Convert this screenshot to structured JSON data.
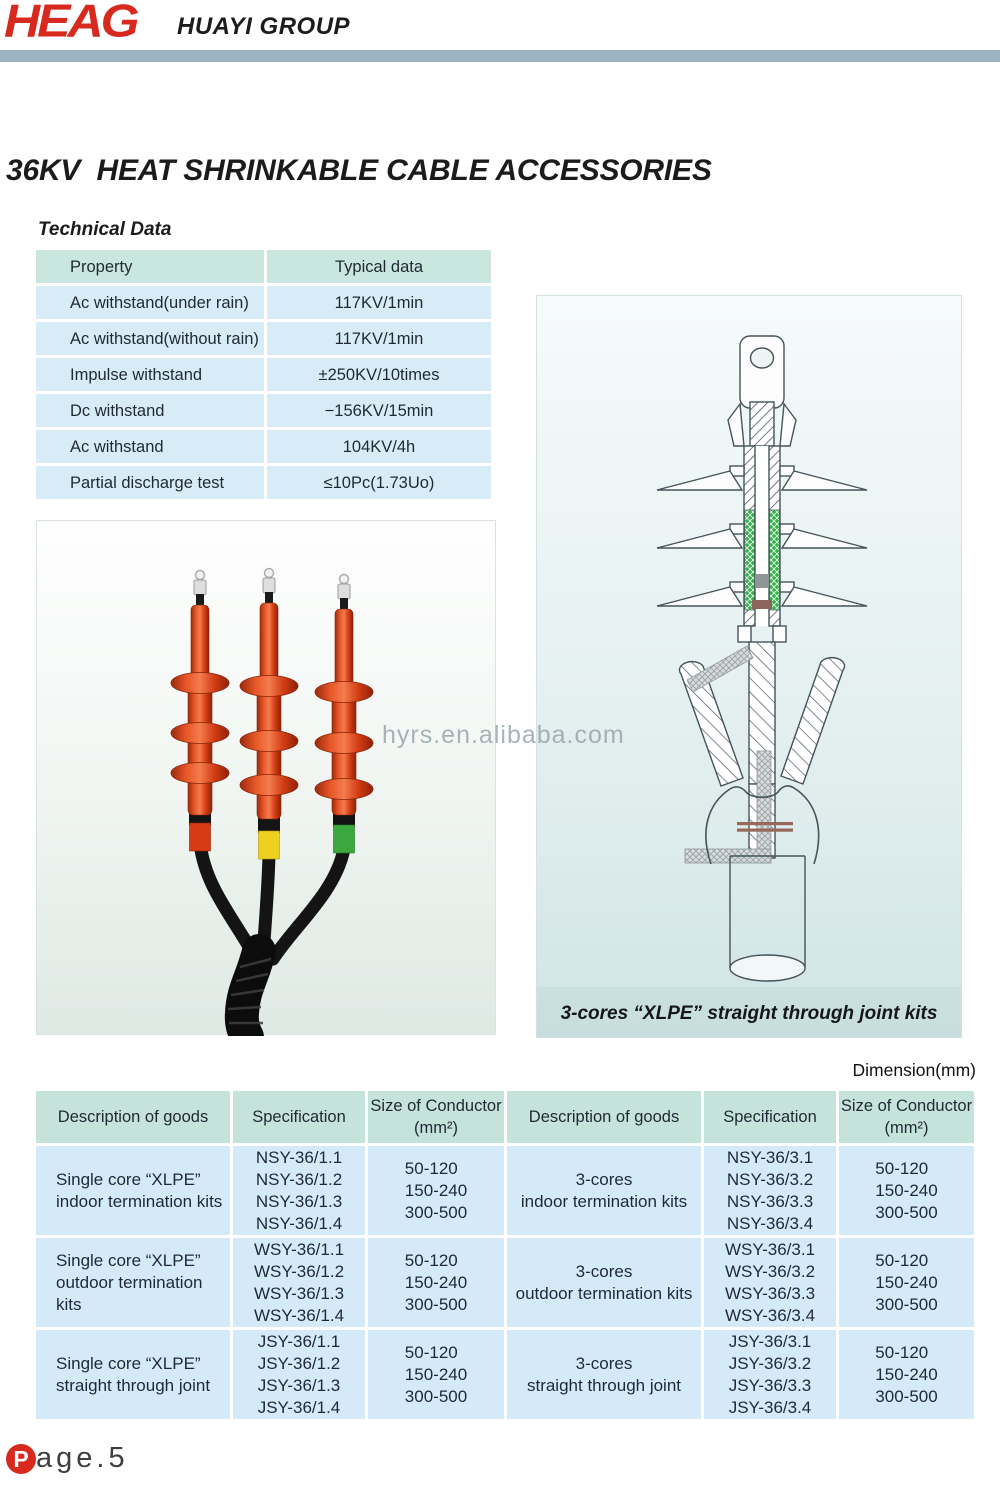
{
  "header": {
    "logo": "HEAG",
    "company": "HUAYI GROUP"
  },
  "page_title": "36KV  HEAT SHRINKABLE CABLE ACCESSORIES",
  "technical_data": {
    "heading": "Technical Data",
    "headers": [
      [
        "Property"
      ],
      [
        "Typical data"
      ]
    ],
    "rows": [
      [
        [
          "Ac withstand(under rain)"
        ],
        [
          "117KV/1min"
        ]
      ],
      [
        [
          "Ac withstand(without rain)"
        ],
        [
          "117KV/1min"
        ]
      ],
      [
        [
          "Impulse withstand"
        ],
        [
          "±250KV/10times"
        ]
      ],
      [
        [
          "Dc withstand"
        ],
        [
          "−156KV/15min"
        ]
      ],
      [
        [
          "Ac withstand"
        ],
        [
          "104KV/4h"
        ]
      ],
      [
        [
          "Partial discharge test"
        ],
        [
          "≤10Pc(1.73Uo)"
        ]
      ]
    ]
  },
  "watermark": "hyrs.en.alibaba.com",
  "diagram": {
    "caption": "3-cores “XLPE” straight through joint kits"
  },
  "dimension_label": "Dimension(mm)",
  "products_table": {
    "headers": [
      [
        "Description of goods"
      ],
      [
        "Specification"
      ],
      [
        "Size of Conductor",
        "(mm²)"
      ],
      [
        "Description of goods"
      ],
      [
        "Specification"
      ],
      [
        "Size of Conductor",
        "(mm²)"
      ]
    ],
    "rows": [
      [
        [
          "Single core “XLPE”",
          "indoor termination kits"
        ],
        [
          "NSY-36/1.1",
          "NSY-36/1.2",
          "NSY-36/1.3",
          "NSY-36/1.4"
        ],
        [
          "50-120",
          "150-240",
          "300-500"
        ],
        [
          "3-cores",
          "indoor termination kits"
        ],
        [
          "NSY-36/3.1",
          "NSY-36/3.2",
          "NSY-36/3.3",
          "NSY-36/3.4"
        ],
        [
          "50-120",
          "150-240",
          "300-500"
        ]
      ],
      [
        [
          "Single core “XLPE”",
          "outdoor termination kits"
        ],
        [
          "WSY-36/1.1",
          "WSY-36/1.2",
          "WSY-36/1.3",
          "WSY-36/1.4"
        ],
        [
          "50-120",
          "150-240",
          "300-500"
        ],
        [
          "3-cores",
          "outdoor termination kits"
        ],
        [
          "WSY-36/3.1",
          "WSY-36/3.2",
          "WSY-36/3.3",
          "WSY-36/3.4"
        ],
        [
          "50-120",
          "150-240",
          "300-500"
        ]
      ],
      [
        [
          "Single core “XLPE”",
          "straight through joint"
        ],
        [
          "JSY-36/1.1",
          "JSY-36/1.2",
          "JSY-36/1.3",
          "JSY-36/1.4"
        ],
        [
          "50-120",
          "150-240",
          "300-500"
        ],
        [
          "3-cores",
          "straight through joint"
        ],
        [
          "JSY-36/3.1",
          "JSY-36/3.2",
          "JSY-36/3.3",
          "JSY-36/3.4"
        ],
        [
          "50-120",
          "150-240",
          "300-500"
        ]
      ]
    ]
  },
  "footer": {
    "page_circle_letter": "P",
    "page_rest": "age.5"
  },
  "colors": {
    "accent_red": "#d8291f",
    "header_bar": "#9db3c2",
    "table_header_bg": "#c5e2db",
    "table_row_bg": "#d5eaf8",
    "band_red": "#d83a16",
    "band_yellow": "#eed020",
    "band_green": "#3aa83e"
  }
}
